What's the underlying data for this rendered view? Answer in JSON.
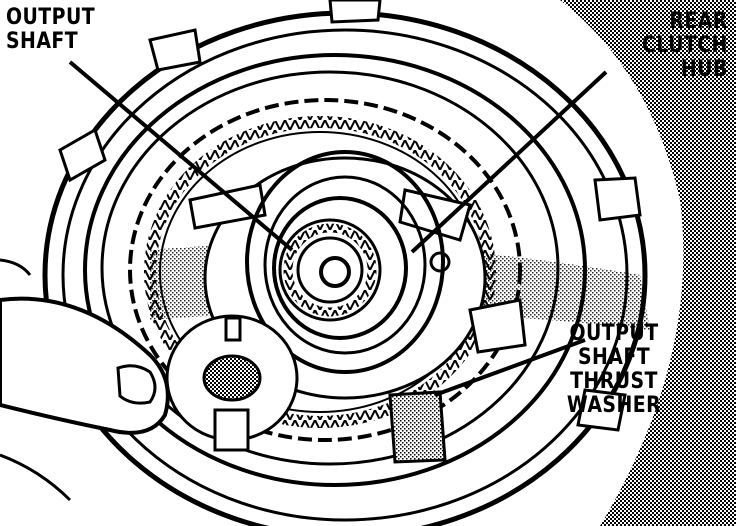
{
  "labels": {
    "output_shaft": "OUTPUT\nSHAFT",
    "rear_clutch_hub": "REAR\nCLUTCH\nHUB",
    "output_shaft_thrust_washer": "OUTPUT\nSHAFT\nTHRUST WASHER"
  },
  "colors": {
    "ink": "#000000",
    "paper": "#ffffff",
    "shade": "#bdbdbd"
  }
}
